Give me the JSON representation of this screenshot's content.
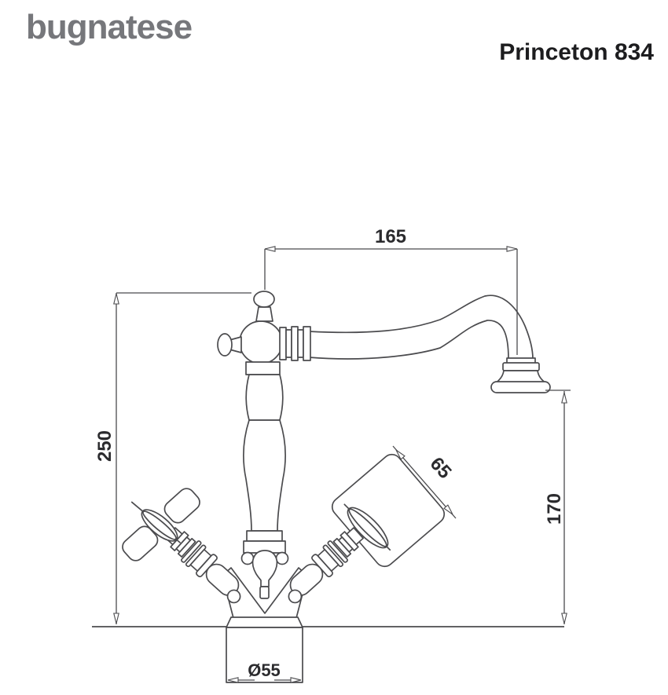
{
  "header": {
    "brand_logo": "bugnatese",
    "product_title": "Princeton 834"
  },
  "dimensions": {
    "spout_reach": "165",
    "total_height": "250",
    "spout_outlet_height": "170",
    "handle_size": "65",
    "base_diameter": "Ø55"
  },
  "drawing": {
    "subject": "two-handle faucet front elevation technical drawing",
    "colors": {
      "line": "#4b4b4e",
      "brand_gray": "#76777b",
      "text": "#2b2b2e",
      "background": "#ffffff"
    }
  }
}
